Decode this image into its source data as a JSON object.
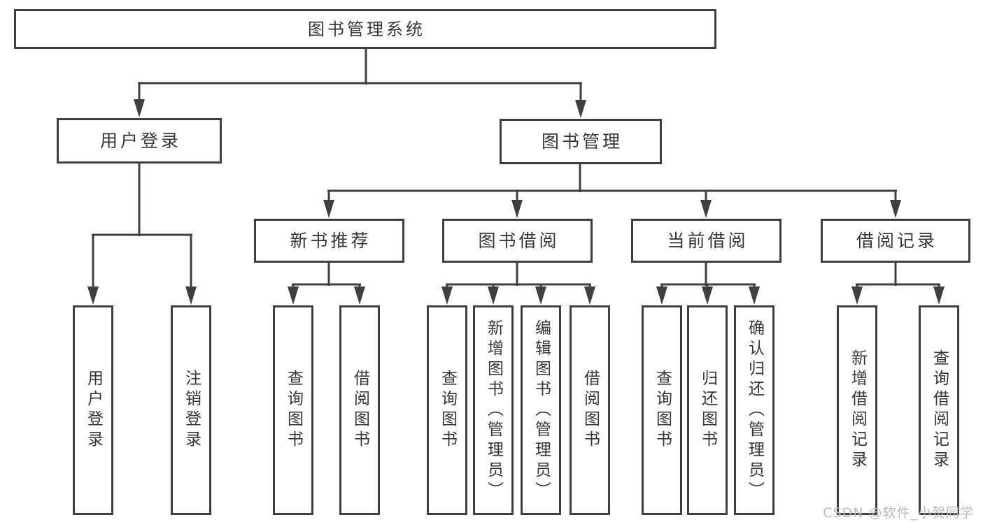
{
  "diagram": {
    "root": {
      "label": "图书管理系统"
    },
    "branches": [
      {
        "label": "用户登录",
        "children": [
          {
            "label": "用户登录"
          },
          {
            "label": "注销登录"
          }
        ]
      },
      {
        "label": "图书管理",
        "children": [
          {
            "label": "新书推荐",
            "children": [
              {
                "label": "查询图书"
              },
              {
                "label": "借阅图书"
              }
            ]
          },
          {
            "label": "图书借阅",
            "children": [
              {
                "label": "查询图书"
              },
              {
                "label": "新增图书（管理员）"
              },
              {
                "label": "编辑图书（管理员）"
              },
              {
                "label": "借阅图书"
              }
            ]
          },
          {
            "label": "当前借阅",
            "children": [
              {
                "label": "查询图书"
              },
              {
                "label": "归还图书"
              },
              {
                "label": "确认归还（管理员）"
              }
            ]
          },
          {
            "label": "借阅记录",
            "children": [
              {
                "label": "新增借阅记录"
              },
              {
                "label": "查询借阅记录"
              }
            ]
          }
        ]
      }
    ]
  },
  "watermark": {
    "text": "CSDN @软件_小贺同学"
  },
  "colors": {
    "line": "#3f3f3f",
    "text": "#353535",
    "box_background": "#ffffff",
    "page_background": "#ffffff",
    "watermark": "#b9b9b9"
  }
}
